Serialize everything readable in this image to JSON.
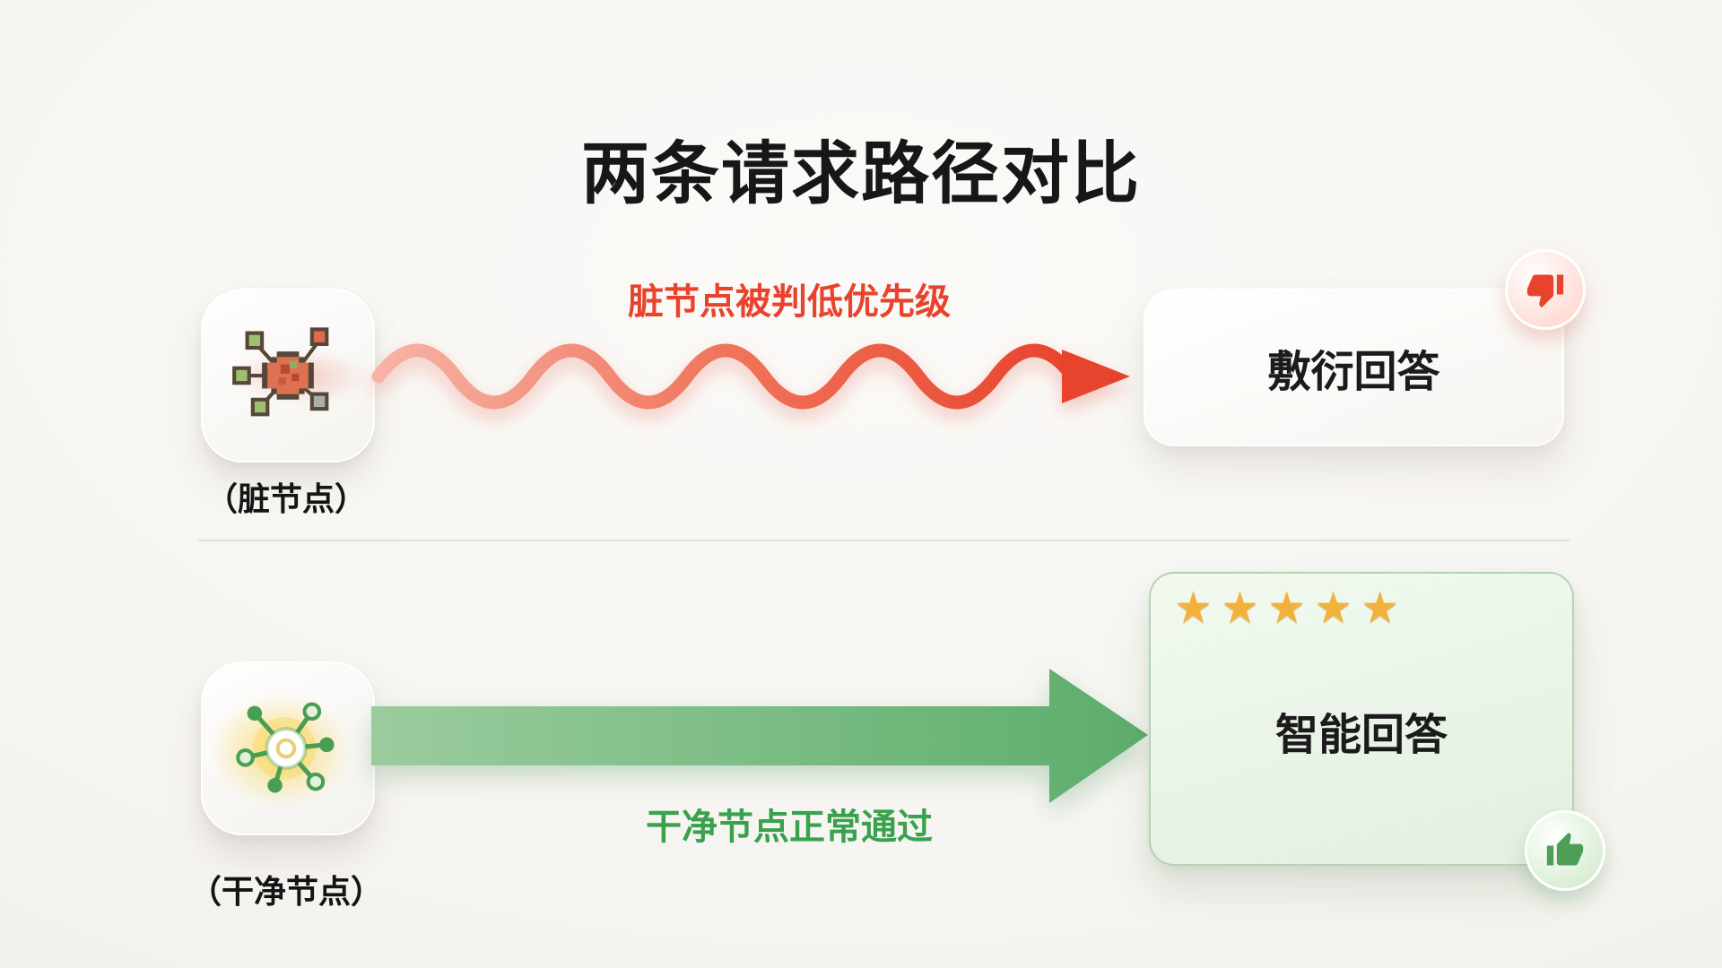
{
  "title": "两条请求路径对比",
  "colors": {
    "ink": "#171717",
    "red": "#e8432c",
    "green": "#3aa14f",
    "green-arrow": "#6ab87a",
    "star-gold": "#f2b13d"
  },
  "top_path": {
    "node_label": "（脏节点）",
    "arrow_label": "脏节点被判低优先级",
    "card_text": "敷衍回答"
  },
  "bottom_path": {
    "node_label": "（干净节点）",
    "arrow_label": "干净节点正常通过",
    "card_text": "智能回答",
    "stars": "★★★★★"
  },
  "icons": {
    "dirty_node": "pixel-virus-node",
    "clean_node": "glowing-hub-node",
    "top_badge": "thumbs-down",
    "bottom_badge": "thumbs-up",
    "star": "★"
  }
}
